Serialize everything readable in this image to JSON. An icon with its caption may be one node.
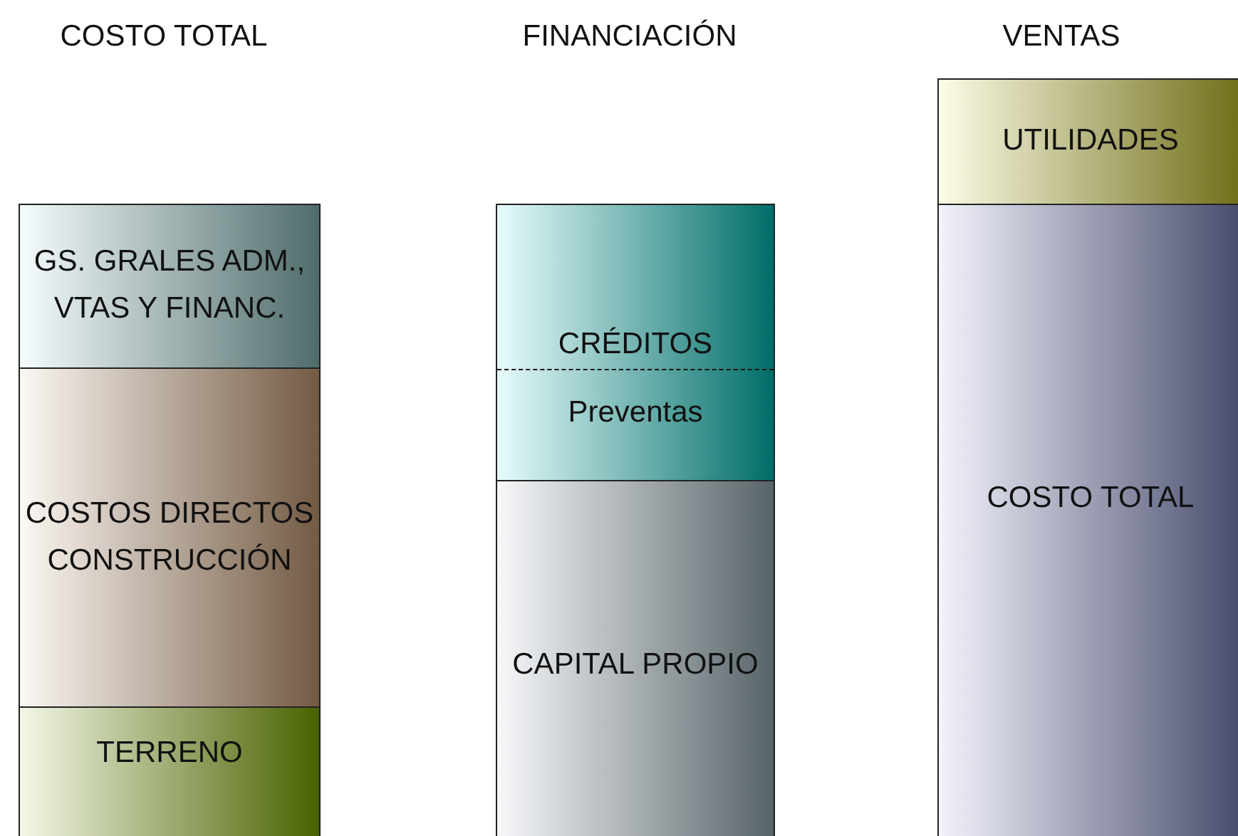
{
  "diagram": {
    "nodes": [
      {
        "text": [
          "GS. GRALES ADM., VTAS Y FINANC."
        ]
      },
      {
        "text": [
          "COSTOS DIRECTOS CONSTRUCCIÓN"
        ]
      },
      {
        "text": [
          "TERRENO"
        ]
      },
      {
        "text": [
          "CRÉDITOS",
          "Preventas"
        ]
      },
      {
        "text": [
          "CAPITAL PROPIO"
        ]
      },
      {
        "text": [
          "UTILIDADES"
        ]
      },
      {
        "text": [
          "COSTO TOTAL"
        ]
      }
    ],
    "labels": [
      "COSTO TOTAL",
      "FINANCIACIÓN",
      "VENTAS"
    ]
  }
}
